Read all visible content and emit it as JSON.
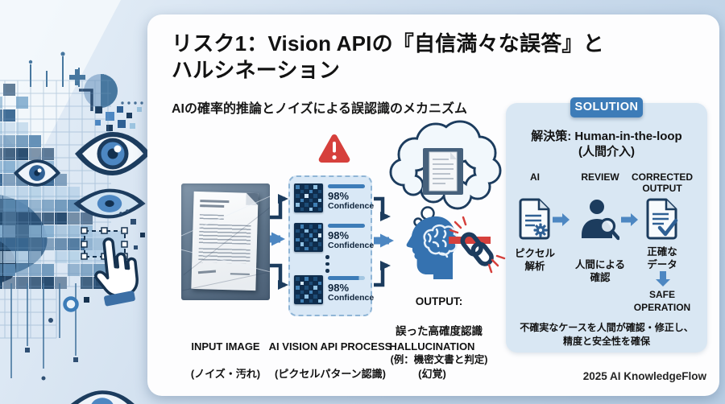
{
  "header": {
    "title_line1": "リスク1：Vision APIの『自信満々な誤答』と",
    "title_line2": "ハルシネーション",
    "subtitle": "AIの確率的推論とノイズによる誤認識のメカニズム"
  },
  "diagram": {
    "input": {
      "label_en": "INPUT IMAGE",
      "label_jp": "(ノイズ・汚れ)"
    },
    "process": {
      "label_en": "AI VISION API PROCESS",
      "label_jp": "(ピクセルパターン認識)",
      "confidence_items": [
        {
          "percent": "98%",
          "label": "Confidence"
        },
        {
          "percent": "98%",
          "label": "Confidence"
        },
        {
          "percent": "98%",
          "label": "Confidence"
        }
      ],
      "grid_shades": [
        "#0f2d4d",
        "#1d4d78",
        "#3f7fb4",
        "#8fc0e2",
        "#d2e6f4"
      ],
      "grids": [
        [
          [
            2,
            0,
            1,
            0,
            3,
            0
          ],
          [
            0,
            1,
            0,
            2,
            0,
            1
          ],
          [
            1,
            0,
            4,
            0,
            1,
            0
          ],
          [
            0,
            2,
            0,
            1,
            0,
            3
          ],
          [
            3,
            0,
            1,
            0,
            2,
            0
          ],
          [
            0,
            1,
            0,
            3,
            0,
            1
          ]
        ],
        [
          [
            0,
            2,
            0,
            1,
            0,
            2
          ],
          [
            1,
            0,
            3,
            0,
            1,
            0
          ],
          [
            0,
            1,
            0,
            2,
            0,
            4
          ],
          [
            2,
            0,
            1,
            0,
            3,
            0
          ],
          [
            0,
            3,
            0,
            1,
            0,
            1
          ],
          [
            1,
            0,
            2,
            0,
            1,
            0
          ]
        ],
        [
          [
            1,
            0,
            2,
            0,
            1,
            0
          ],
          [
            0,
            4,
            0,
            1,
            0,
            2
          ],
          [
            2,
            0,
            1,
            0,
            3,
            0
          ],
          [
            0,
            1,
            0,
            2,
            0,
            1
          ],
          [
            1,
            0,
            3,
            0,
            1,
            0
          ],
          [
            0,
            2,
            0,
            1,
            0,
            3
          ]
        ]
      ]
    },
    "output": {
      "line1": "OUTPUT:",
      "line2": "誤った高確度認識",
      "line3": "(例：機密文書と判定)"
    },
    "hallucination": {
      "label_en": "HALLUCINATION",
      "label_jp": "(幻覚)"
    }
  },
  "solution": {
    "badge": "SOLUTION",
    "heading_line1": "解決策: Human-in-the-loop",
    "heading_line2": "(人間介入)",
    "steps": [
      {
        "header": "AI",
        "caption": "ピクセル\n解析"
      },
      {
        "header": "REVIEW",
        "caption": "人間による\n確認"
      },
      {
        "header": "CORRECTED OUTPUT",
        "caption": "正確な\nデータ"
      }
    ],
    "safe_label": "SAFE\nOPERATION",
    "note": "不確実なケースを人間が確認・修正し、\n精度と安全性を確保"
  },
  "footer": {
    "credit": "2025 AI KnowledgeFlow"
  },
  "icons": {
    "warning": "warning-triangle-icon",
    "thought": "thought-bubble-icon",
    "hallucination": "head-brain-icon",
    "broken_link": "broken-chain-icon",
    "ai_step": "document-gear-icon",
    "review_step": "person-magnifier-icon",
    "corrected_step": "document-check-icon",
    "decorative": [
      "eye-icon",
      "pixel-mosaic",
      "hand-cursor-icon",
      "selection-box-icon"
    ]
  },
  "colors": {
    "accent_blue": "#3d7cb8",
    "dark_navy": "#1c3c5e",
    "light_arrow_blue": "#4d87c2",
    "alert_red": "#d6403c",
    "solution_panel": "#d9e7f3",
    "process_fill": "#d9e8f6",
    "card_bg": "#fdfdfe"
  }
}
